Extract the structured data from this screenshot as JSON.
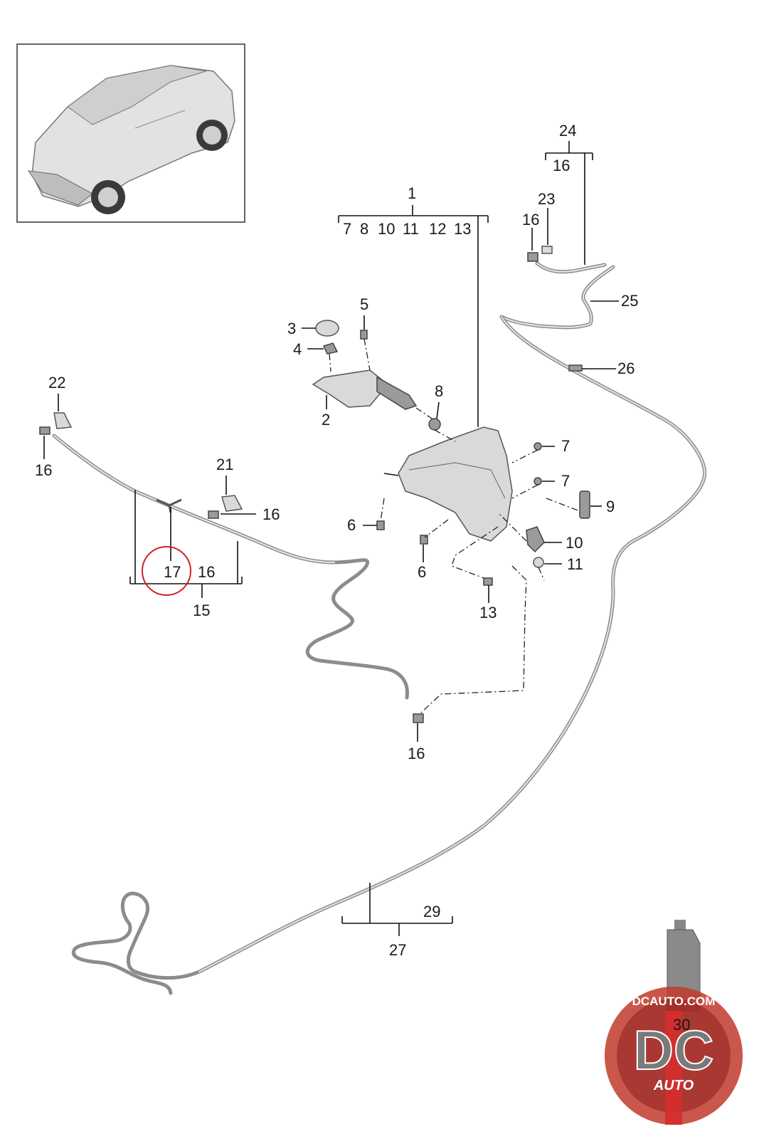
{
  "diagram": {
    "labels": {
      "l1": "1",
      "l7a": "7",
      "l8a": "8",
      "l10a": "10",
      "l11a": "11",
      "l12a": "12",
      "l13a": "13",
      "l2": "2",
      "l3": "3",
      "l4": "4",
      "l5": "5",
      "l6a": "6",
      "l6b": "6",
      "l7b": "7",
      "l7c": "7",
      "l8b": "8",
      "l9": "9",
      "l10b": "10",
      "l11b": "11",
      "l13b": "13",
      "l15": "15",
      "l16a": "16",
      "l16b": "16",
      "l16c": "16",
      "l16d": "16",
      "l16e": "16",
      "l16f": "16",
      "l17": "17",
      "l21": "21",
      "l22": "22",
      "l23": "23",
      "l24": "24",
      "l25": "25",
      "l26": "26",
      "l27": "27",
      "l29": "29",
      "l30": "30"
    },
    "highlight_color": "#cc2222"
  },
  "watermark": {
    "top_text": "DCAUTO.COM",
    "main_text": "DC",
    "bottom_text": "AUTO",
    "colors": {
      "ring": "#c0392b",
      "inner": "#8e1f1f",
      "letters": "#7a7a7a",
      "stripe": "#d62d2d"
    }
  }
}
